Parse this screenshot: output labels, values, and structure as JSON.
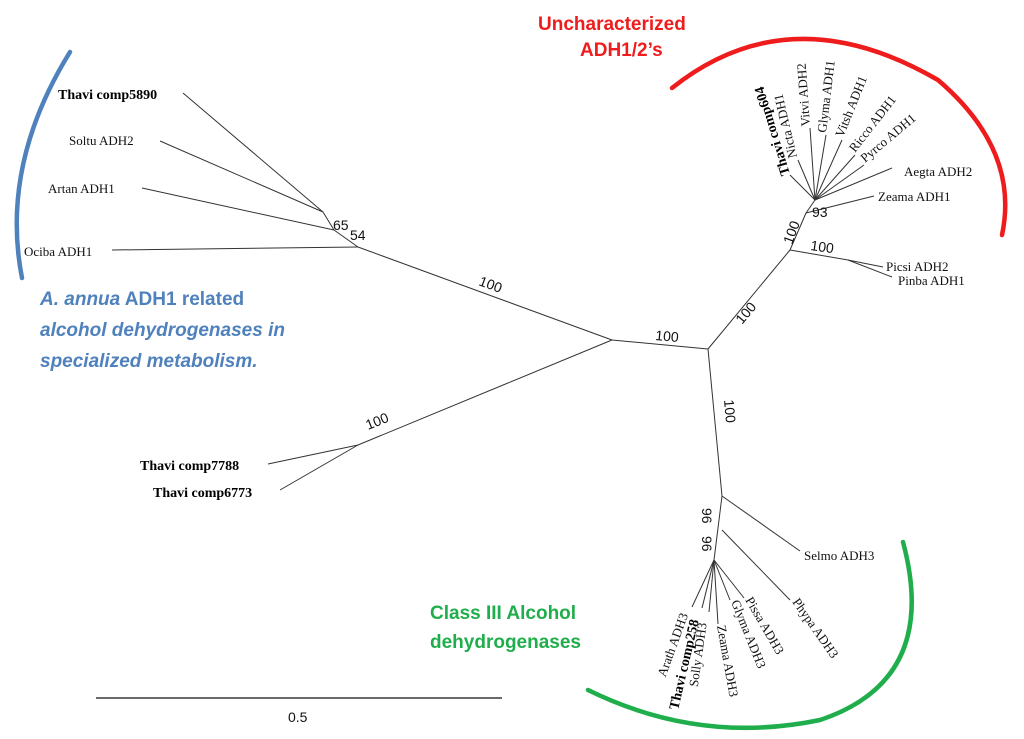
{
  "groups": {
    "uncharacterized": {
      "line1": "Uncharacterized",
      "line2": "ADH1/2’s",
      "color": "#ee1c1c"
    },
    "annua": {
      "line1_italic": "A. annua",
      "line1_rest": " ADH1 related",
      "line2": "alcohol dehydrogenases in",
      "line3": "specialized metabolism.",
      "color": "#4f81bd"
    },
    "class3": {
      "line1": "Class III Alcohol",
      "line2": "dehydrogenases",
      "color": "#1fae4b"
    }
  },
  "leaves": {
    "thavi_5890": "Thavi comp5890",
    "soltu_adh2": "Soltu ADH2",
    "artan_adh1": "Artan ADH1",
    "ociba_adh1": "Ociba ADH1",
    "thavi_7788": "Thavi comp7788",
    "thavi_6773": "Thavi comp6773",
    "thavi_604": "Thavi comp604",
    "nicta_adh1": "Nicta ADH1",
    "vitvi_adh2": "Vitvi ADH2",
    "glyma_adh1": "Glyma ADH1",
    "vitsh_adh1": "Vitsh ADH1",
    "ricco_adh1": "Ricco ADH1",
    "pyrco_adh1": "Pyrco ADH1",
    "aegta_adh2": "Aegta ADH2",
    "zeama_adh1": "Zeama ADH1",
    "picsi_adh2": "Picsi ADH2",
    "pinba_adh1": "Pinba ADH1",
    "selmo_adh3": "Selmo ADH3",
    "phypa_adh3": "Phypa ADH3",
    "arath_adh3": "Arath ADH3",
    "thavi_258": "Thavi comp258",
    "solly_adh3": "Solly ADH3",
    "zeama_adh3": "Zeama ADH3",
    "glyma_adh3": "Glyma ADH3",
    "pissa_adh3": "Pissa ADH3"
  },
  "supports": {
    "s65": "65",
    "s54": "54",
    "s100_annua": "100",
    "s100_comp": "100",
    "s100_center": "100",
    "s100_upper": "100",
    "s100_down": "100",
    "s93": "93",
    "s100_red": "100",
    "s100_pine": "100",
    "s96a": "96",
    "s96b": "96"
  },
  "scale": {
    "label": "0.5"
  }
}
